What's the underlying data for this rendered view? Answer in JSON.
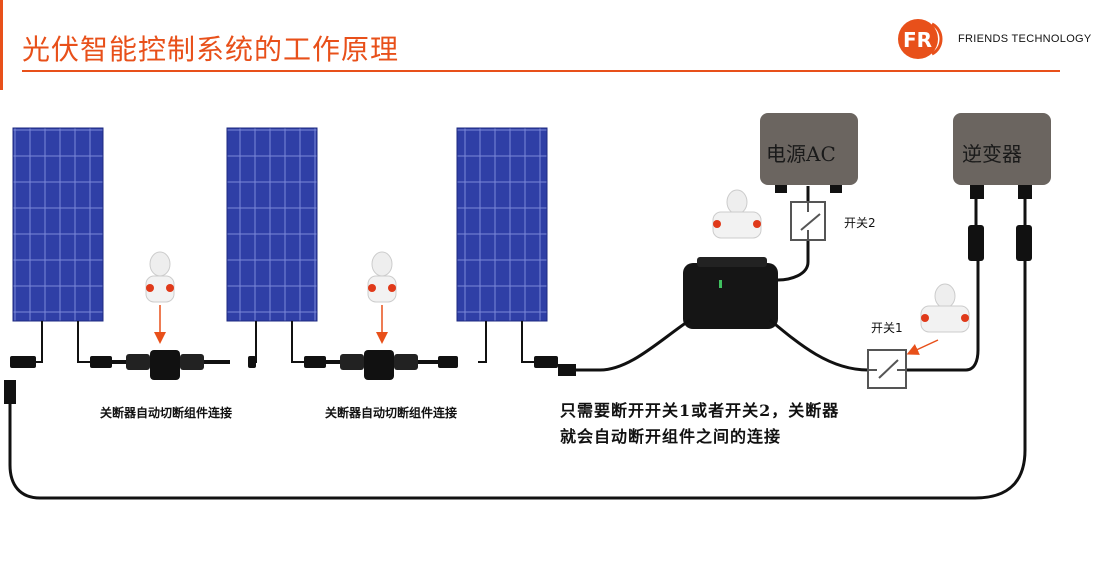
{
  "header": {
    "title": "光伏智能控制系统的工作原理",
    "brand": "FRIENDS TECHNOLOGY",
    "logo_icon": "friends-technology-logo",
    "accent_color": "#e8501a"
  },
  "devices": {
    "power_ac_label": "电源AC",
    "inverter_label": "逆变器"
  },
  "switches": {
    "switch1_label": "开关1",
    "switch2_label": "开关2"
  },
  "captions": {
    "breaker1": "关断器自动切断组件连接",
    "breaker2": "关断器自动切断组件连接"
  },
  "note": {
    "line1": "只需要断开开关1或者开关2，关断器",
    "line2": "就会自动断开组件之间的连接"
  },
  "colors": {
    "panel_blue": "#2f3fa6",
    "device_gray": "#6b6560",
    "cable": "#111111"
  }
}
